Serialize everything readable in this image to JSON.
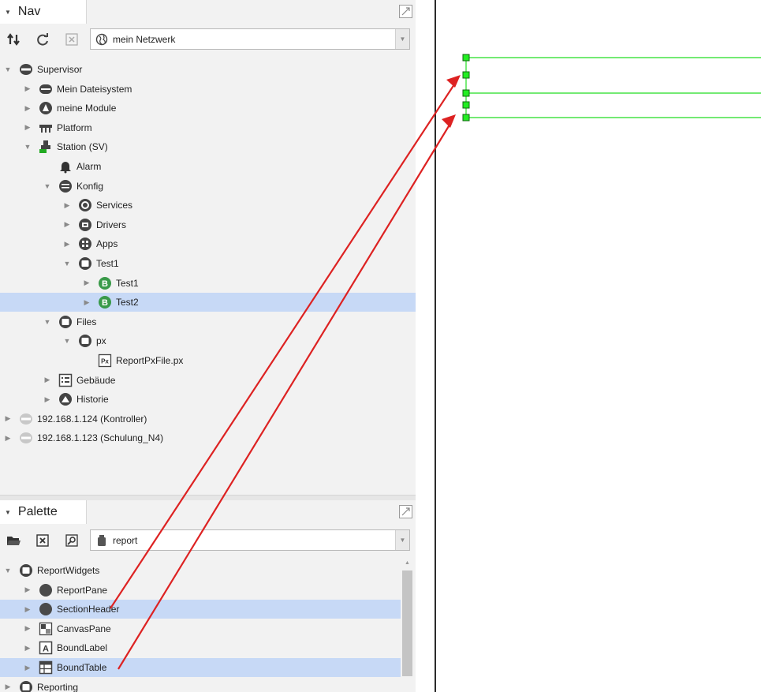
{
  "nav": {
    "title": "Nav",
    "combo_value": "mein Netzwerk",
    "tree": [
      {
        "label": "Supervisor",
        "level": 0,
        "expanded": true,
        "icon": "supervisor-icon"
      },
      {
        "label": "Mein Dateisystem",
        "level": 1,
        "expanded": false,
        "icon": "drive-icon"
      },
      {
        "label": "meine Module",
        "level": 1,
        "expanded": false,
        "icon": "module-icon"
      },
      {
        "label": "Platform",
        "level": 1,
        "expanded": false,
        "icon": "platform-icon"
      },
      {
        "label": "Station (SV)",
        "level": 1,
        "expanded": true,
        "icon": "station-icon"
      },
      {
        "label": "Alarm",
        "level": 2,
        "expanded": null,
        "icon": "bell-icon"
      },
      {
        "label": "Konfig",
        "level": 2,
        "expanded": true,
        "icon": "database-icon"
      },
      {
        "label": "Services",
        "level": 3,
        "expanded": false,
        "icon": "services-icon"
      },
      {
        "label": "Drivers",
        "level": 3,
        "expanded": false,
        "icon": "drivers-icon"
      },
      {
        "label": "Apps",
        "level": 3,
        "expanded": false,
        "icon": "apps-icon"
      },
      {
        "label": "Test1",
        "level": 3,
        "expanded": true,
        "icon": "folder-icon"
      },
      {
        "label": "Test1",
        "level": 4,
        "expanded": false,
        "icon": "b-badge-icon"
      },
      {
        "label": "Test2",
        "level": 4,
        "expanded": false,
        "icon": "b-badge-icon",
        "selected": true
      },
      {
        "label": "Files",
        "level": 2,
        "expanded": true,
        "icon": "folder-icon"
      },
      {
        "label": "px",
        "level": 3,
        "expanded": true,
        "icon": "folder-icon"
      },
      {
        "label": "ReportPxFile.px",
        "level": 4,
        "expanded": null,
        "icon": "px-file-icon"
      },
      {
        "label": "Gebäude",
        "level": 2,
        "expanded": false,
        "icon": "building-icon"
      },
      {
        "label": "Historie",
        "level": 2,
        "expanded": false,
        "icon": "history-icon"
      },
      {
        "label": "192.168.1.124 (Kontroller)",
        "level": 0,
        "expanded": false,
        "icon": "disconnected-station-icon"
      },
      {
        "label": "192.168.1.123 (Schulung_N4)",
        "level": 0,
        "expanded": false,
        "icon": "disconnected-station-icon"
      }
    ]
  },
  "palette": {
    "title": "Palette",
    "combo_value": "report",
    "tree": [
      {
        "label": "ReportWidgets",
        "level": 0,
        "expanded": true,
        "icon": "folder-icon"
      },
      {
        "label": "ReportPane",
        "level": 1,
        "expanded": false,
        "icon": "circle-icon"
      },
      {
        "label": "SectionHeader",
        "level": 1,
        "expanded": false,
        "icon": "circle-icon",
        "selected": true
      },
      {
        "label": "CanvasPane",
        "level": 1,
        "expanded": false,
        "icon": "canvas-pane-icon"
      },
      {
        "label": "BoundLabel",
        "level": 1,
        "expanded": false,
        "icon": "label-a-icon"
      },
      {
        "label": "BoundTable",
        "level": 1,
        "expanded": false,
        "icon": "table-icon",
        "selected": true
      },
      {
        "label": "Reporting",
        "level": 0,
        "expanded": false,
        "icon": "folder-icon"
      }
    ]
  },
  "colors": {
    "selection": "#c7d9f6",
    "panel_bg": "#f2f2f2",
    "guide_line": "#22dd22",
    "handle_fill": "#22ee22",
    "arrow": "#dd2222",
    "badge_green": "#3a9a4a"
  }
}
